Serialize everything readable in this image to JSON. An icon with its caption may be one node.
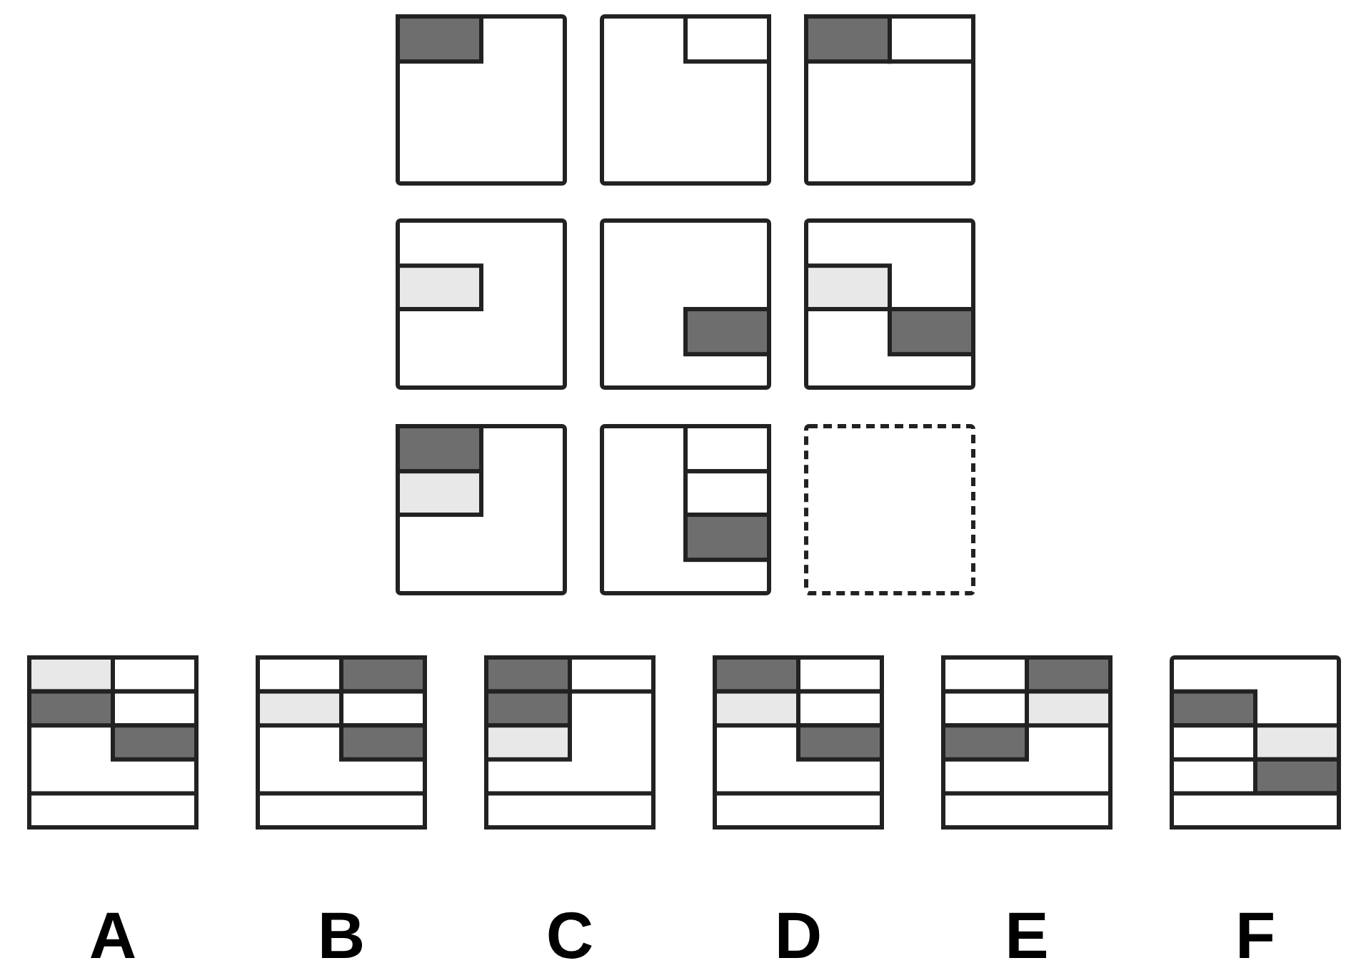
{
  "diagram": {
    "nodes": [
      {
        "text": [],
        "shape": "box"
      },
      {
        "text": [],
        "shape": "box"
      },
      {
        "text": [],
        "shape": "box"
      },
      {
        "text": [],
        "shape": "box"
      },
      {
        "text": [],
        "shape": "box"
      },
      {
        "text": [],
        "shape": "box"
      },
      {
        "text": [],
        "shape": "box"
      },
      {
        "text": [],
        "shape": "box"
      },
      {
        "text": [],
        "shape": "box"
      },
      {
        "text": [],
        "shape": "box",
        "beside": [
          "A"
        ]
      },
      {
        "text": [],
        "shape": "box",
        "beside": [
          "B"
        ]
      },
      {
        "text": [],
        "shape": "box",
        "beside": [
          "C"
        ]
      },
      {
        "text": [],
        "shape": "box",
        "beside": [
          "D"
        ]
      },
      {
        "text": [],
        "shape": "box",
        "beside": [
          "E"
        ]
      },
      {
        "text": [],
        "shape": "box",
        "beside": [
          "F"
        ]
      }
    ]
  }
}
